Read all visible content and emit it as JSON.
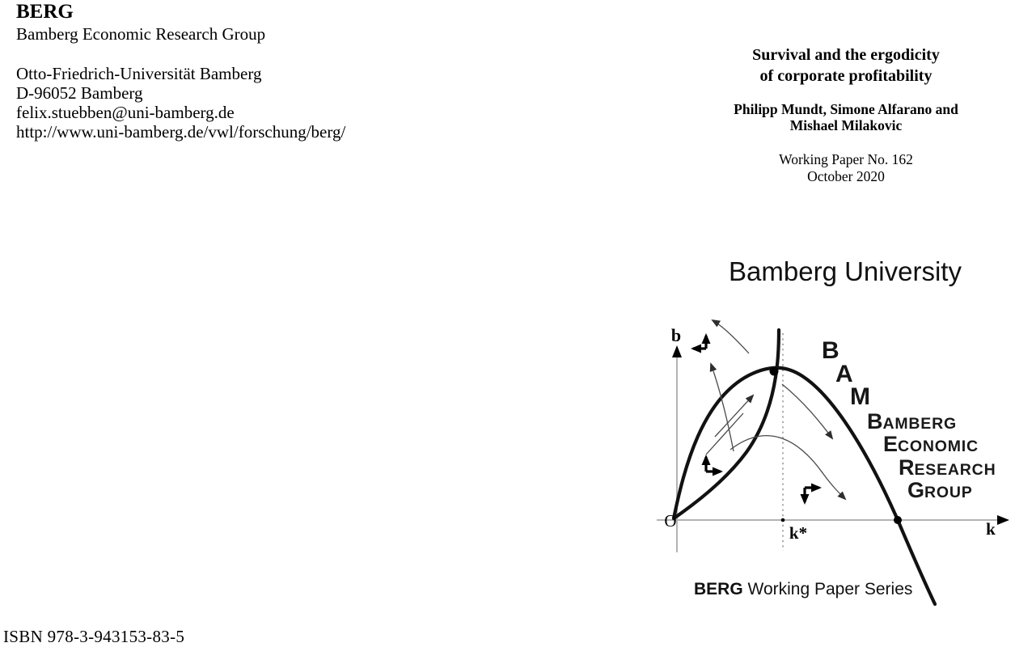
{
  "masthead": {
    "wordmark": "BERG",
    "org_name": "Bamberg Economic Research Group",
    "address": [
      "Otto-Friedrich-Universität Bamberg",
      "D-96052 Bamberg",
      "felix.stuebben@uni-bamberg.de",
      "http://www.uni-bamberg.de/vwl/forschung/berg/"
    ]
  },
  "title_block": {
    "title_line1": "Survival and the ergodicity",
    "title_line2": "of corporate profitability",
    "authors_line1": "Philipp Mundt, Simone Alfarano and",
    "authors_line2": "Mishael Milakovic",
    "paper_no": "Working Paper No. 162",
    "date": "October 2020"
  },
  "university_heading": "Bamberg University",
  "diagram": {
    "y_axis_label": "b",
    "x_axis_label": "k",
    "origin_label": "O",
    "kstar_label": "k*",
    "logo_letters": [
      "B",
      "A",
      "M"
    ],
    "logo_words": [
      {
        "initial": "B",
        "rest": "AMBERG"
      },
      {
        "initial": "E",
        "rest": "CONOMIC"
      },
      {
        "initial": "R",
        "rest": "ESEARCH"
      },
      {
        "initial": "G",
        "rest": "ROUP"
      }
    ]
  },
  "footer": {
    "series_bold": "BERG",
    "series_rest": " Working Paper Series",
    "isbn": "ISBN 978-3-943153-83-5"
  },
  "colors": {
    "ink": "#000000",
    "curve": "#121212",
    "axis-gray": "#b3b3b3",
    "flow-gray": "#4a4a4a",
    "dotted-gray": "#999999",
    "background": "#ffffff"
  }
}
